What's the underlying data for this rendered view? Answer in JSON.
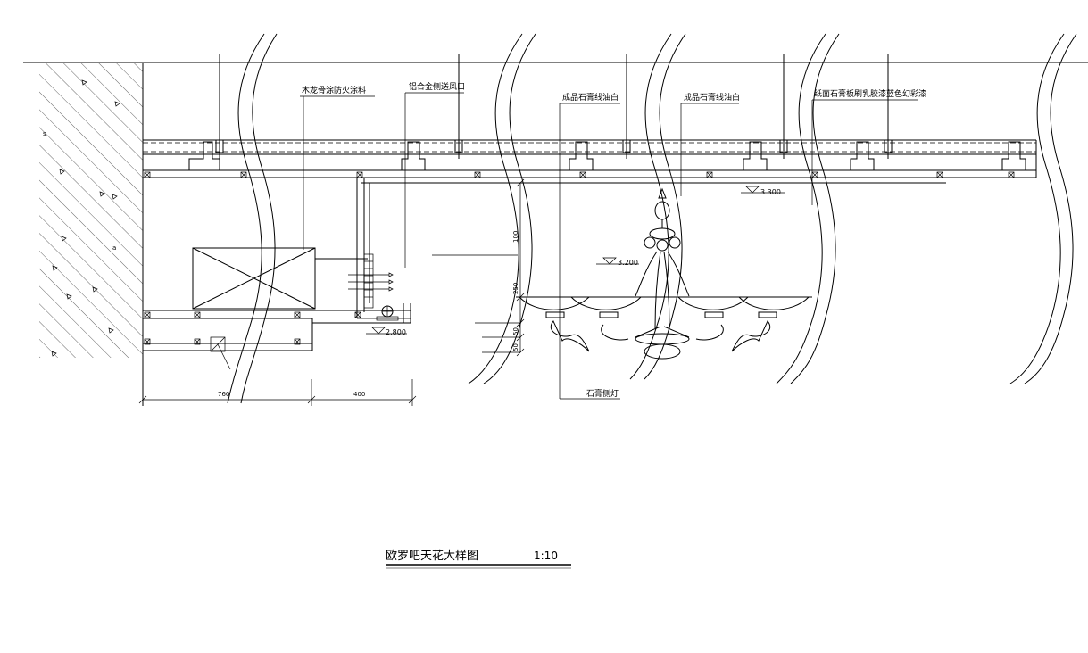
{
  "drawing": {
    "title": "欧罗吧天花大样图",
    "scale": "1:10"
  },
  "annotations": {
    "wood_keel_fireproof": "木龙骨涂防火涂料",
    "aluminum_side_vent": "铝合金侧送风口",
    "plaster_line_paint_1": "成品石膏线油白",
    "plaster_line_paint_2": "成品石膏线油白",
    "paint_finish": "纸面石膏板刷乳胶漆蓝色幻彩漆",
    "decorative_lamp": "石膏侧灯"
  },
  "levels": {
    "ceiling_high": "3.300",
    "ceiling_mid": "3.200",
    "ceiling_low": "2.800"
  },
  "dimensions": {
    "width_left": "760",
    "width_right": "400",
    "v_100": "100",
    "v_250": "250",
    "v_50": "50",
    "v_50b": "50"
  }
}
